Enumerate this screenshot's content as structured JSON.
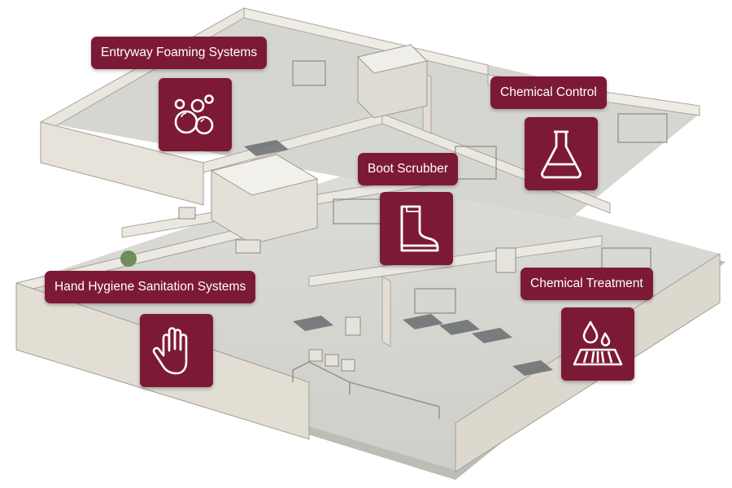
{
  "brand_color": "#7c1a36",
  "callouts": [
    {
      "id": "entryway",
      "label": "Entryway Foaming Systems",
      "icon": "bubbles-icon"
    },
    {
      "id": "chemical-control",
      "label": "Chemical Control",
      "icon": "flask-icon"
    },
    {
      "id": "boot-scrubber",
      "label": "Boot Scrubber",
      "icon": "boot-icon"
    },
    {
      "id": "hand-hygiene",
      "label": "Hand Hygiene Sanitation Systems",
      "icon": "hand-icon"
    },
    {
      "id": "chemical-treatment",
      "label": "Chemical Treatment",
      "icon": "drops-grate-icon"
    }
  ]
}
